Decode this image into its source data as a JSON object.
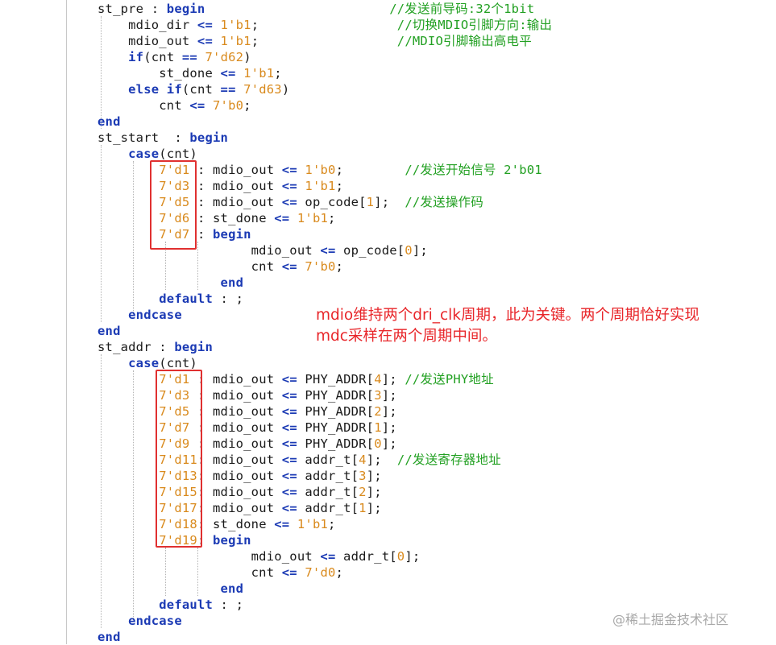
{
  "code_lines": [
    [
      [
        "id",
        "st_pre : "
      ],
      [
        "kw",
        "begin"
      ],
      [
        "id",
        "                        "
      ],
      [
        "cmt",
        "//发送前导码:32个1bit"
      ]
    ],
    [
      [
        "id",
        "    mdio_dir "
      ],
      [
        "op",
        "<="
      ],
      [
        "id",
        " "
      ],
      [
        "num",
        "1'b1"
      ],
      [
        "id",
        ";                  "
      ],
      [
        "cmt",
        "//切换MDIO引脚方向:输出"
      ]
    ],
    [
      [
        "id",
        "    mdio_out "
      ],
      [
        "op",
        "<="
      ],
      [
        "id",
        " "
      ],
      [
        "num",
        "1'b1"
      ],
      [
        "id",
        ";                  "
      ],
      [
        "cmt",
        "//MDIO引脚输出高电平"
      ]
    ],
    [
      [
        "id",
        "    "
      ],
      [
        "kw",
        "if"
      ],
      [
        "id",
        "(cnt "
      ],
      [
        "op",
        "=="
      ],
      [
        "id",
        " "
      ],
      [
        "num",
        "7'd62"
      ],
      [
        "id",
        ")"
      ]
    ],
    [
      [
        "id",
        "        st_done "
      ],
      [
        "op",
        "<="
      ],
      [
        "id",
        " "
      ],
      [
        "num",
        "1'b1"
      ],
      [
        "id",
        ";"
      ]
    ],
    [
      [
        "id",
        "    "
      ],
      [
        "kw",
        "else if"
      ],
      [
        "id",
        "(cnt "
      ],
      [
        "op",
        "=="
      ],
      [
        "id",
        " "
      ],
      [
        "num",
        "7'd63"
      ],
      [
        "id",
        ")"
      ]
    ],
    [
      [
        "id",
        "        cnt "
      ],
      [
        "op",
        "<="
      ],
      [
        "id",
        " "
      ],
      [
        "num",
        "7'b0"
      ],
      [
        "id",
        ";"
      ]
    ],
    [
      [
        "kw",
        "end"
      ]
    ],
    [
      [
        "id",
        "st_start  : "
      ],
      [
        "kw",
        "begin"
      ]
    ],
    [
      [
        "id",
        "    "
      ],
      [
        "kw",
        "case"
      ],
      [
        "id",
        "(cnt)"
      ]
    ],
    [
      [
        "id",
        "        "
      ],
      [
        "num",
        "7'd1"
      ],
      [
        "id",
        " : mdio_out "
      ],
      [
        "op",
        "<="
      ],
      [
        "id",
        " "
      ],
      [
        "num",
        "1'b0"
      ],
      [
        "id",
        ";        "
      ],
      [
        "cmt",
        "//发送开始信号 2'b01"
      ]
    ],
    [
      [
        "id",
        "        "
      ],
      [
        "num",
        "7'd3"
      ],
      [
        "id",
        " : mdio_out "
      ],
      [
        "op",
        "<="
      ],
      [
        "id",
        " "
      ],
      [
        "num",
        "1'b1"
      ],
      [
        "id",
        ";"
      ]
    ],
    [
      [
        "id",
        "        "
      ],
      [
        "num",
        "7'd5"
      ],
      [
        "id",
        " : mdio_out "
      ],
      [
        "op",
        "<="
      ],
      [
        "id",
        " op_code["
      ],
      [
        "num",
        "1"
      ],
      [
        "id",
        "];  "
      ],
      [
        "cmt",
        "//发送操作码"
      ]
    ],
    [
      [
        "id",
        "        "
      ],
      [
        "num",
        "7'd6"
      ],
      [
        "id",
        " : st_done "
      ],
      [
        "op",
        "<="
      ],
      [
        "id",
        " "
      ],
      [
        "num",
        "1'b1"
      ],
      [
        "id",
        ";"
      ]
    ],
    [
      [
        "id",
        "        "
      ],
      [
        "num",
        "7'd7"
      ],
      [
        "id",
        " : "
      ],
      [
        "kw",
        "begin"
      ]
    ],
    [
      [
        "id",
        "                    mdio_out "
      ],
      [
        "op",
        "<="
      ],
      [
        "id",
        " op_code["
      ],
      [
        "num",
        "0"
      ],
      [
        "id",
        "];"
      ]
    ],
    [
      [
        "id",
        "                    cnt "
      ],
      [
        "op",
        "<="
      ],
      [
        "id",
        " "
      ],
      [
        "num",
        "7'b0"
      ],
      [
        "id",
        ";"
      ]
    ],
    [
      [
        "id",
        "                "
      ],
      [
        "kw",
        "end"
      ]
    ],
    [
      [
        "id",
        "        "
      ],
      [
        "kw",
        "default"
      ],
      [
        "id",
        " : ;"
      ]
    ],
    [
      [
        "id",
        "    "
      ],
      [
        "kw",
        "endcase"
      ]
    ],
    [
      [
        "kw",
        "end"
      ]
    ],
    [
      [
        "id",
        "st_addr : "
      ],
      [
        "kw",
        "begin"
      ]
    ],
    [
      [
        "id",
        "    "
      ],
      [
        "kw",
        "case"
      ],
      [
        "id",
        "(cnt)"
      ]
    ],
    [
      [
        "id",
        "        "
      ],
      [
        "num",
        "7'd1"
      ],
      [
        "id",
        " : mdio_out "
      ],
      [
        "op",
        "<="
      ],
      [
        "id",
        " PHY_ADDR["
      ],
      [
        "num",
        "4"
      ],
      [
        "id",
        "]; "
      ],
      [
        "cmt",
        "//发送PHY地址"
      ]
    ],
    [
      [
        "id",
        "        "
      ],
      [
        "num",
        "7'd3"
      ],
      [
        "id",
        " : mdio_out "
      ],
      [
        "op",
        "<="
      ],
      [
        "id",
        " PHY_ADDR["
      ],
      [
        "num",
        "3"
      ],
      [
        "id",
        "];"
      ]
    ],
    [
      [
        "id",
        "        "
      ],
      [
        "num",
        "7'd5"
      ],
      [
        "id",
        " : mdio_out "
      ],
      [
        "op",
        "<="
      ],
      [
        "id",
        " PHY_ADDR["
      ],
      [
        "num",
        "2"
      ],
      [
        "id",
        "];"
      ]
    ],
    [
      [
        "id",
        "        "
      ],
      [
        "num",
        "7'd7"
      ],
      [
        "id",
        " : mdio_out "
      ],
      [
        "op",
        "<="
      ],
      [
        "id",
        " PHY_ADDR["
      ],
      [
        "num",
        "1"
      ],
      [
        "id",
        "];"
      ]
    ],
    [
      [
        "id",
        "        "
      ],
      [
        "num",
        "7'd9"
      ],
      [
        "id",
        " : mdio_out "
      ],
      [
        "op",
        "<="
      ],
      [
        "id",
        " PHY_ADDR["
      ],
      [
        "num",
        "0"
      ],
      [
        "id",
        "];"
      ]
    ],
    [
      [
        "id",
        "        "
      ],
      [
        "num",
        "7'd11"
      ],
      [
        "id",
        ": mdio_out "
      ],
      [
        "op",
        "<="
      ],
      [
        "id",
        " addr_t["
      ],
      [
        "num",
        "4"
      ],
      [
        "id",
        "];  "
      ],
      [
        "cmt",
        "//发送寄存器地址"
      ]
    ],
    [
      [
        "id",
        "        "
      ],
      [
        "num",
        "7'd13"
      ],
      [
        "id",
        ": mdio_out "
      ],
      [
        "op",
        "<="
      ],
      [
        "id",
        " addr_t["
      ],
      [
        "num",
        "3"
      ],
      [
        "id",
        "];"
      ]
    ],
    [
      [
        "id",
        "        "
      ],
      [
        "num",
        "7'd15"
      ],
      [
        "id",
        ": mdio_out "
      ],
      [
        "op",
        "<="
      ],
      [
        "id",
        " addr_t["
      ],
      [
        "num",
        "2"
      ],
      [
        "id",
        "];"
      ]
    ],
    [
      [
        "id",
        "        "
      ],
      [
        "num",
        "7'd17"
      ],
      [
        "id",
        ": mdio_out "
      ],
      [
        "op",
        "<="
      ],
      [
        "id",
        " addr_t["
      ],
      [
        "num",
        "1"
      ],
      [
        "id",
        "];"
      ]
    ],
    [
      [
        "id",
        "        "
      ],
      [
        "num",
        "7'd18"
      ],
      [
        "id",
        ": st_done "
      ],
      [
        "op",
        "<="
      ],
      [
        "id",
        " "
      ],
      [
        "num",
        "1'b1"
      ],
      [
        "id",
        ";"
      ]
    ],
    [
      [
        "id",
        "        "
      ],
      [
        "num",
        "7'd19"
      ],
      [
        "id",
        ": "
      ],
      [
        "kw",
        "begin"
      ]
    ],
    [
      [
        "id",
        "                    mdio_out "
      ],
      [
        "op",
        "<="
      ],
      [
        "id",
        " addr_t["
      ],
      [
        "num",
        "0"
      ],
      [
        "id",
        "];"
      ]
    ],
    [
      [
        "id",
        "                    cnt "
      ],
      [
        "op",
        "<="
      ],
      [
        "id",
        " "
      ],
      [
        "num",
        "7'd0"
      ],
      [
        "id",
        ";"
      ]
    ],
    [
      [
        "id",
        "                "
      ],
      [
        "kw",
        "end"
      ]
    ],
    [
      [
        "id",
        "        "
      ],
      [
        "kw",
        "default"
      ],
      [
        "id",
        " : ;"
      ]
    ],
    [
      [
        "id",
        "    "
      ],
      [
        "kw",
        "endcase"
      ]
    ],
    [
      [
        "kw",
        "end"
      ]
    ]
  ],
  "annotation": {
    "line1": "mdio维持两个dri_clk周期，此为关键。两个周期恰好实现",
    "line2": "mdc采样在两个周期中间。"
  },
  "watermark": "@稀土掘金技术社区",
  "colors": {
    "keyword": "#1b3ab4",
    "number": "#d98a1d",
    "comment": "#22a022",
    "annotation": "#e8262a",
    "highlight_box": "#e03030"
  }
}
